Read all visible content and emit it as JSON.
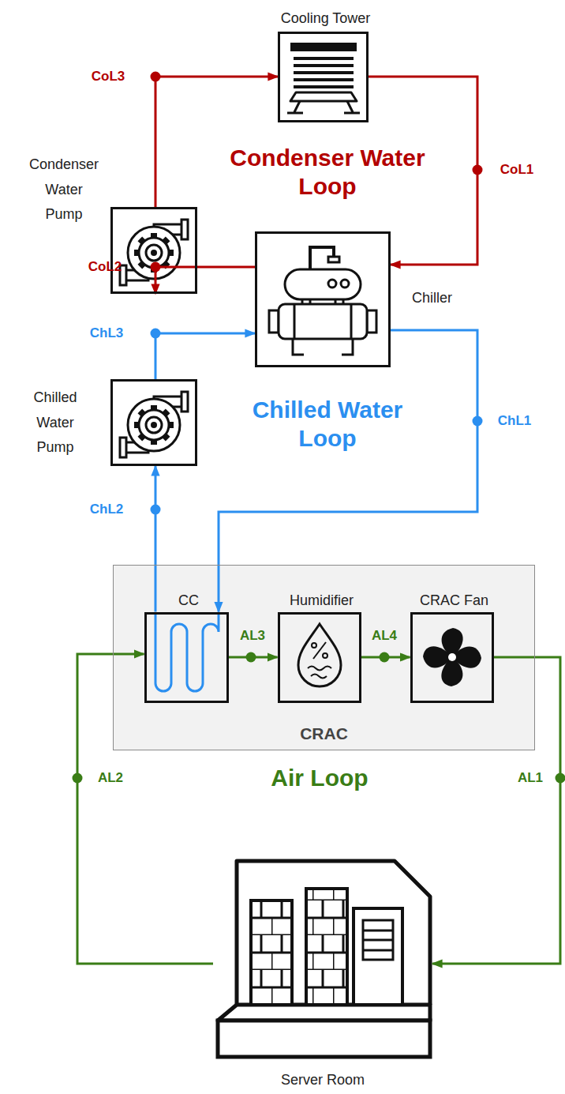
{
  "diagram": {
    "nodes": [
      {
        "text": [
          "Cooling Tower"
        ]
      },
      {
        "text": [
          "Condenser Water Pump"
        ]
      },
      {
        "text": [
          "Chiller"
        ]
      },
      {
        "text": [
          "Chilled Water Pump"
        ]
      },
      {
        "text": [
          "CRAC"
        ]
      },
      {
        "text": [
          "CC"
        ],
        "in": 4
      },
      {
        "text": [
          "Humidifier"
        ],
        "in": 4
      },
      {
        "text": [
          "CRAC Fan"
        ],
        "in": 4
      },
      {
        "text": [
          "Server Room"
        ]
      }
    ],
    "edges": [
      {
        "from": 1,
        "to": 0,
        "label": "CoL3",
        "arrow": "to"
      },
      {
        "from": 0,
        "to": 2,
        "label": "CoL1",
        "arrow": "to"
      },
      {
        "from": 2,
        "to": 1,
        "label": "CoL2",
        "arrow": "to"
      },
      {
        "from": 3,
        "to": 2,
        "label": "ChL3",
        "arrow": "to"
      },
      {
        "from": 2,
        "to": 5,
        "label": "ChL1",
        "arrow": "to"
      },
      {
        "from": 5,
        "to": 3,
        "label": "ChL2",
        "arrow": "to"
      },
      {
        "from": 8,
        "to": 5,
        "label": "AL2",
        "arrow": "to"
      },
      {
        "from": 5,
        "to": 6,
        "label": "AL3",
        "arrow": "to"
      },
      {
        "from": 6,
        "to": 7,
        "label": "AL4",
        "arrow": "to"
      },
      {
        "from": 7,
        "to": 8,
        "label": "AL1",
        "arrow": "to"
      }
    ],
    "labels": [
      "Condenser Water Loop",
      "Chilled Water Loop",
      "Air Loop"
    ]
  }
}
